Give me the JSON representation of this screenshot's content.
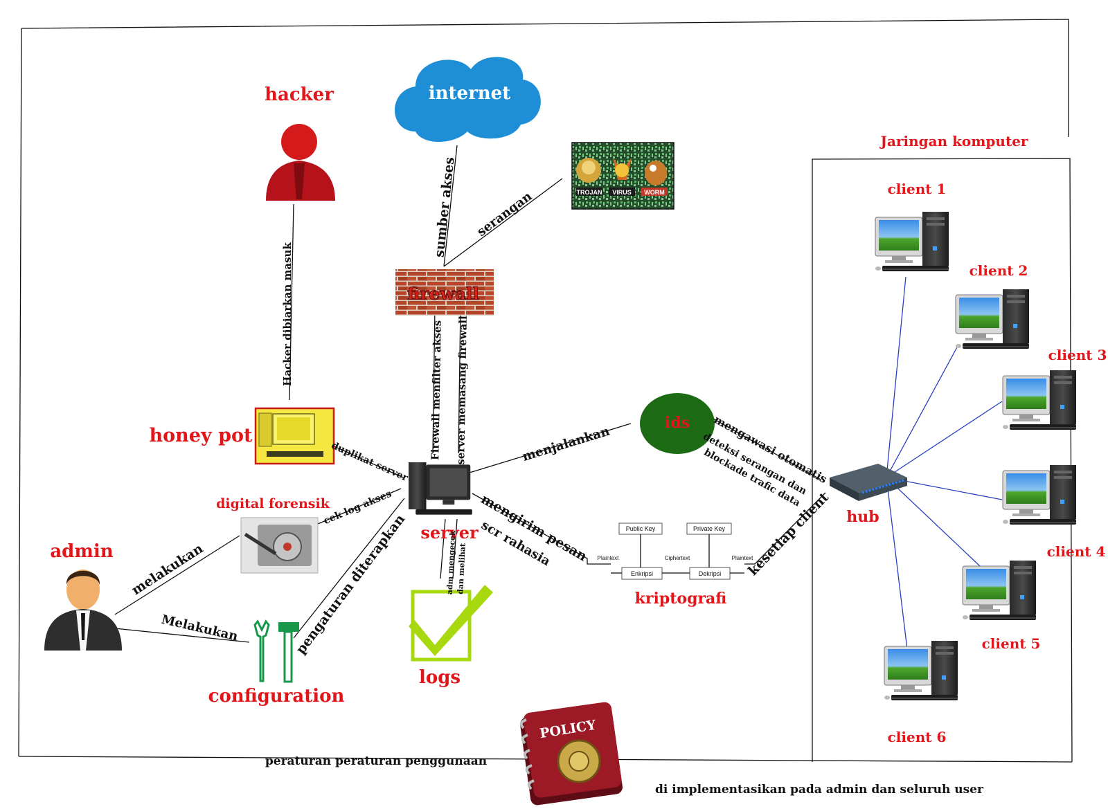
{
  "nodes": {
    "hacker": "hacker",
    "internet": "internet",
    "firewall": "firewall",
    "honey_pot": "honey pot",
    "digital_forensik": "digital forensik",
    "admin": "admin",
    "server": "server",
    "ids": "ids",
    "kriptografi": "kriptografi",
    "logs": "logs",
    "configuration": "configuration",
    "hub": "hub",
    "policy": "POLICY",
    "jaringan": "Jaringan komputer",
    "clients": [
      "client 1",
      "client 2",
      "client 3",
      "client 4",
      "client 5",
      "client 6"
    ]
  },
  "malware": [
    "TROJAN",
    "VIRUS",
    "WORM"
  ],
  "edges": {
    "sumber_akses": "sumber akses",
    "serangan": "serangan",
    "hacker_dibiarkan": "Hacker dibiarkan masuk",
    "firewall_menfilter": "Firewall menfilter akses",
    "server_memasang": "server memasang firewall",
    "duplikat_server": "duplikat server",
    "cek_log": "cek log akses",
    "menjalankan": "menjalankan",
    "mengawasi": "mengawasi otomatis",
    "deteksi1": "deteksi serangan dan",
    "deteksi2": "blockade trafic data",
    "mengirim1": "mengirim pesan",
    "mengirim2": "scr rahasia",
    "adm1": "adm mengecek",
    "adm2": "dan melihat",
    "pengaturan": "pengaturan diterapkan",
    "melakukan": "melakukan",
    "Melakukan": "Melakukan",
    "kesetiap": "kesetiap client",
    "peraturan": "peraturan peraturan penggunaan",
    "diimplementasikan": "di implementasikan pada admin dan seluruh user"
  },
  "crypto": {
    "public_key": "Public Key",
    "private_key": "Private Key",
    "plaintext_in": "Plaintext",
    "ciphertext": "Ciphertext",
    "plaintext_out": "Plaintext",
    "enkripsi": "Enkripsi",
    "dekripsi": "Dekripsi"
  },
  "colors": {
    "label_red": "#e0161b",
    "cloud_blue": "#1e8fd6",
    "ids_green": "#1e6b16",
    "honeypot_yellow": "#f5e640",
    "logs_green": "#a8d80e",
    "config_green": "#17974a",
    "client_link_blue": "#2a3fbf",
    "policy_red": "#9c1a26"
  }
}
